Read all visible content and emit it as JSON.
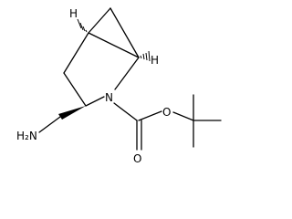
{
  "molecule": {
    "atoms": {
      "N": "N",
      "O_carbonyl": "O",
      "O_ester": "O",
      "NH2": "H₂N",
      "H_top_left": "H",
      "H_top_right": "H"
    }
  }
}
